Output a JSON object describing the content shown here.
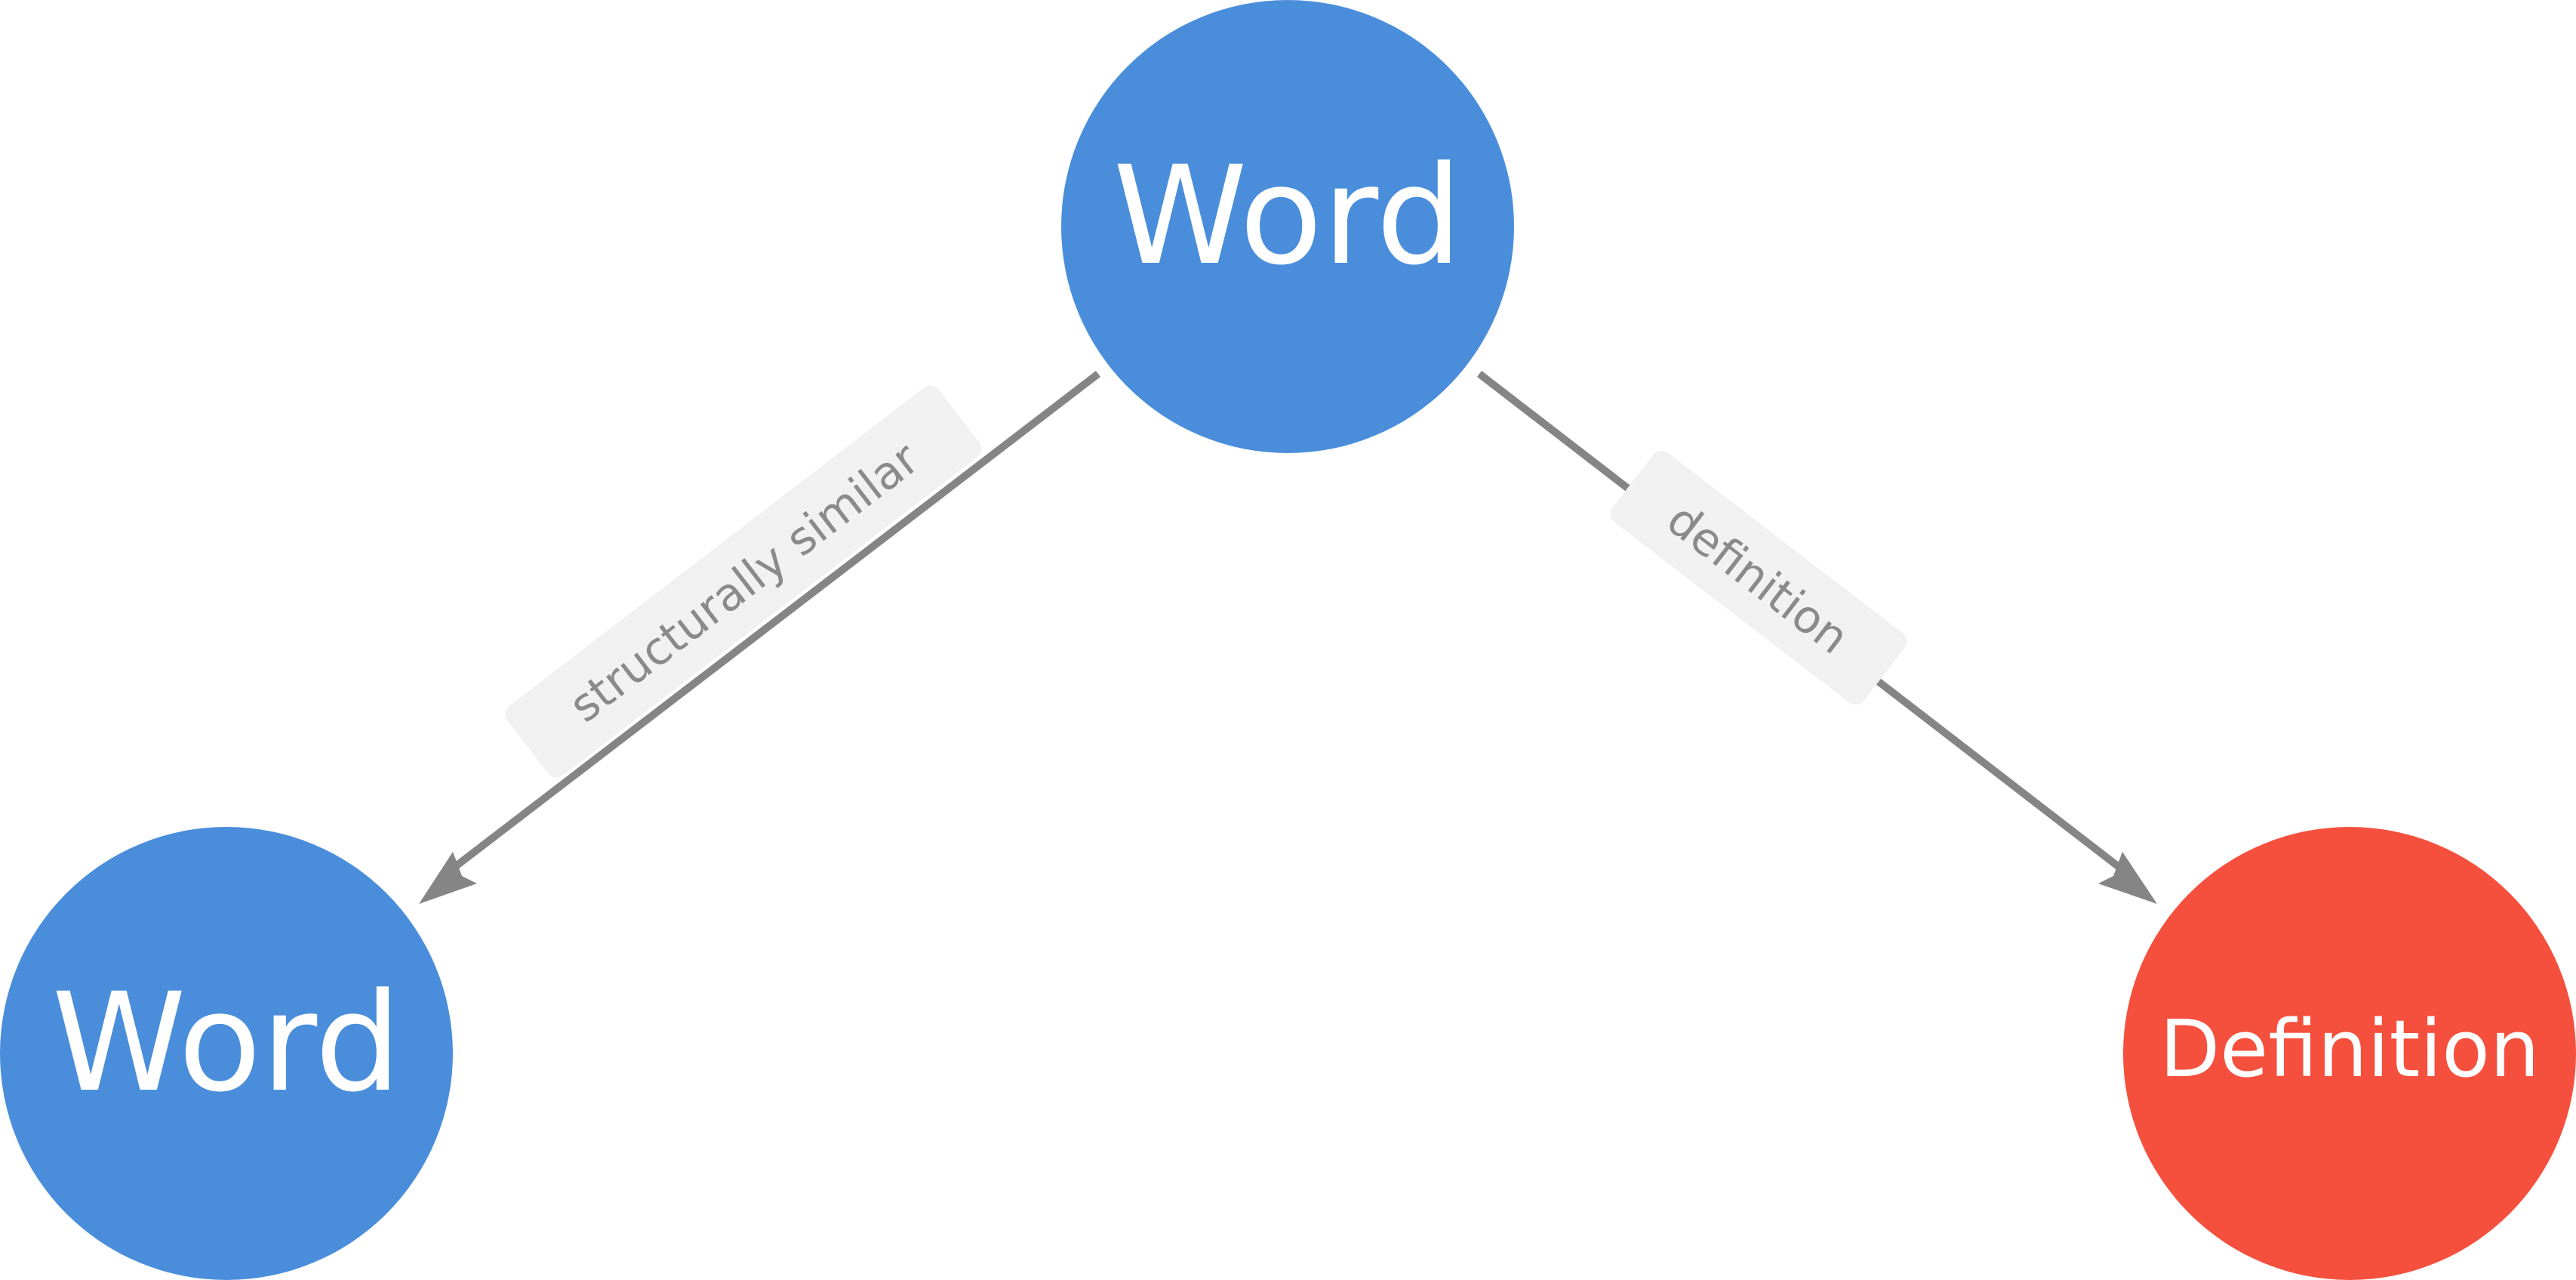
{
  "diagram": {
    "nodes": [
      {
        "id": "top",
        "label": "Word",
        "color": "#4a8edb"
      },
      {
        "id": "left",
        "label": "Word",
        "color": "#4a8edb"
      },
      {
        "id": "right",
        "label": "Definition",
        "color": "#f5503d"
      }
    ],
    "edges": [
      {
        "from": "top",
        "to": "left",
        "label": "structurally similar"
      },
      {
        "from": "top",
        "to": "right",
        "label": "definition"
      }
    ],
    "edge_color": "#858585",
    "edge_label_bg": "#f1f1f1"
  }
}
